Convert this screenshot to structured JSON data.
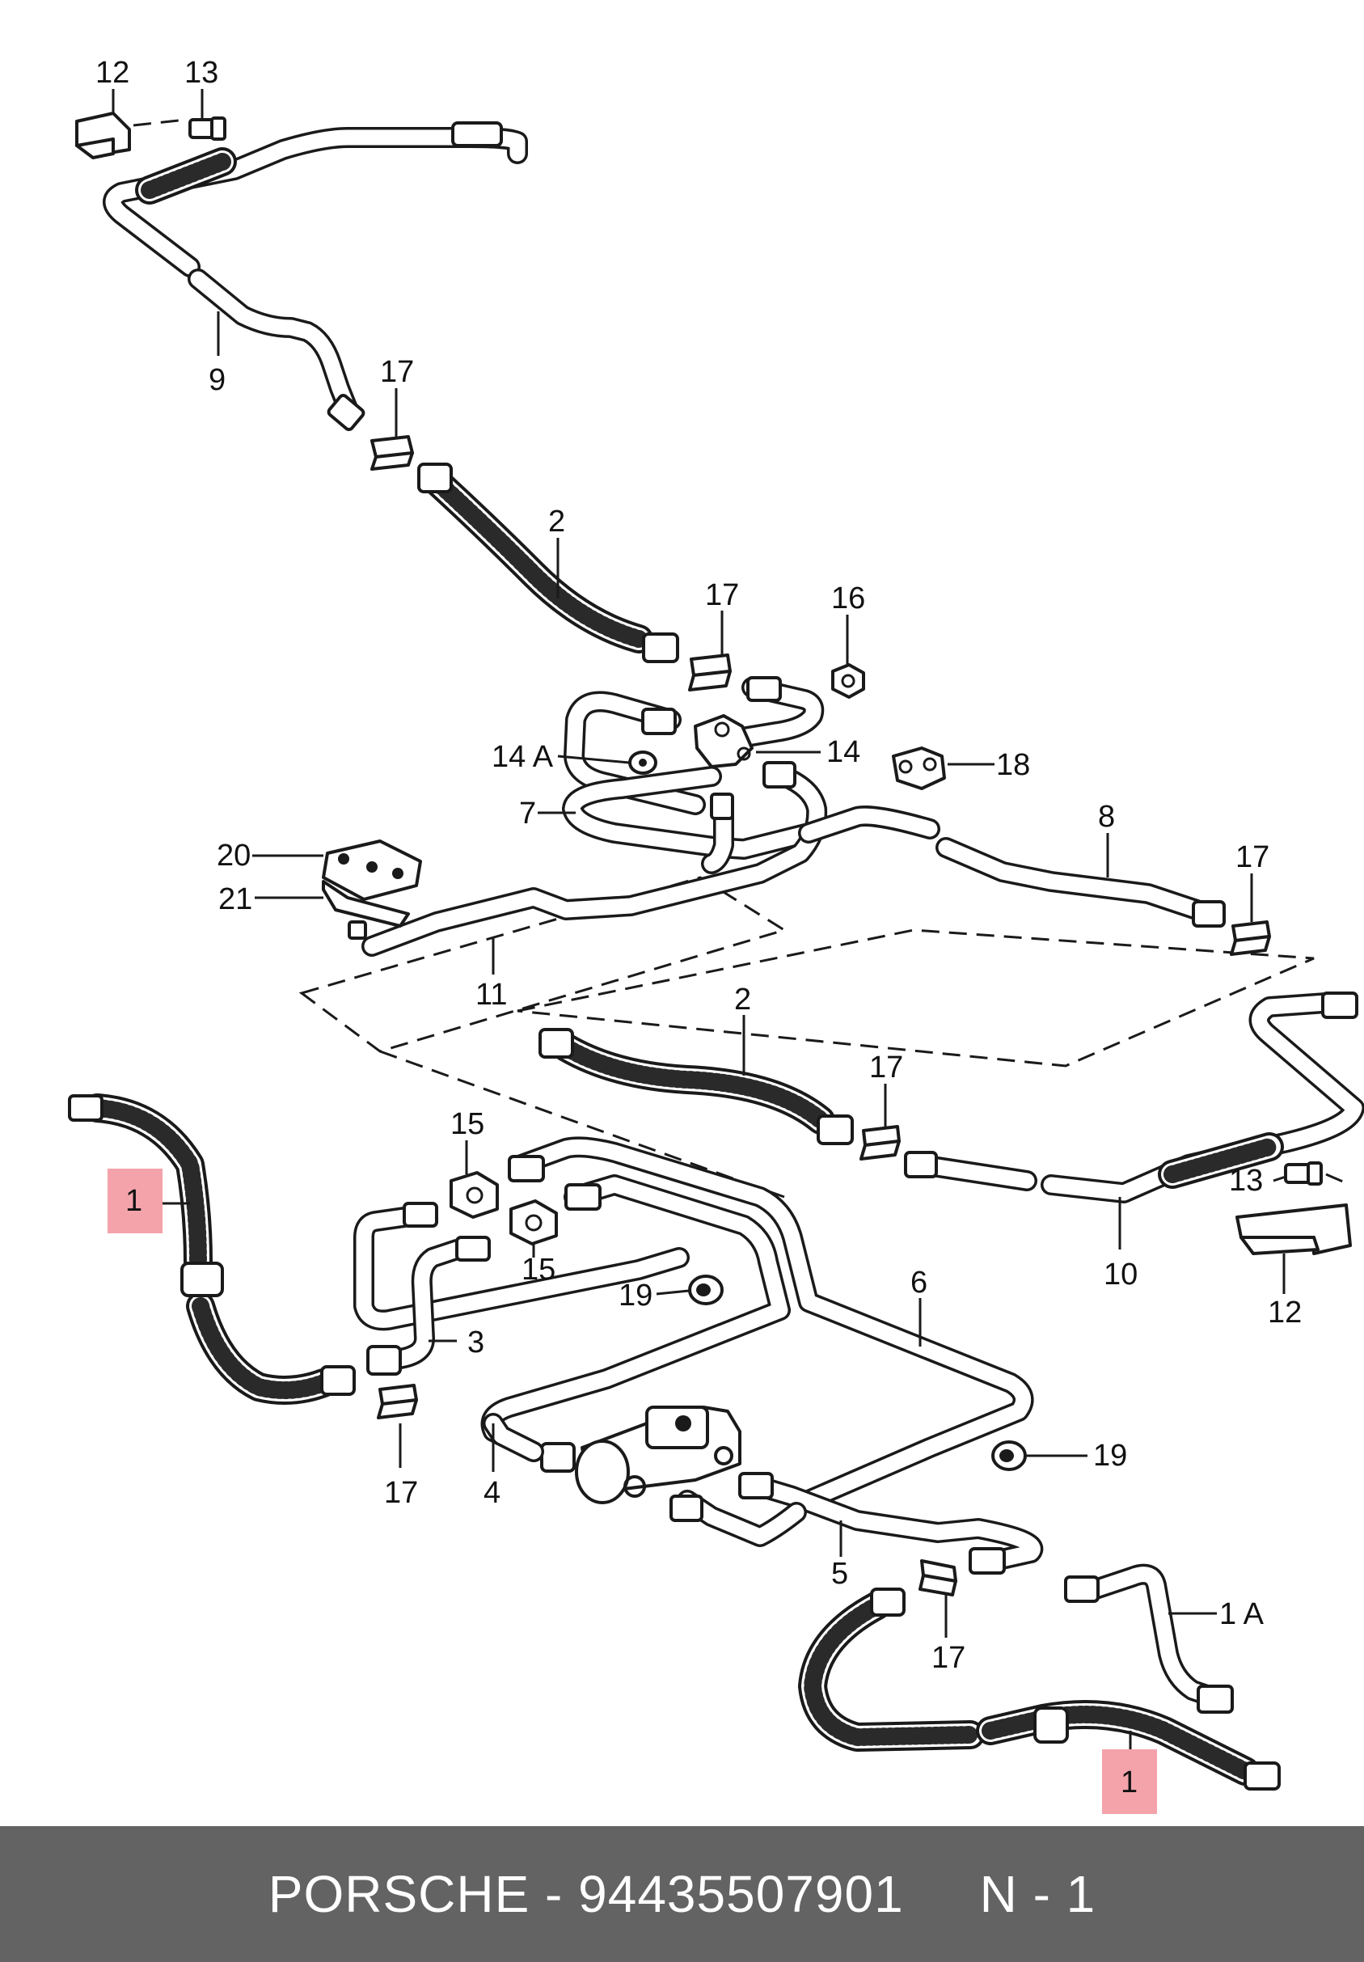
{
  "callouts": {
    "c12a": "12",
    "c13a": "13",
    "c9": "9",
    "c17a": "17",
    "c2a": "2",
    "c17b": "17",
    "c16": "16",
    "c14a": "14 A",
    "c14": "14",
    "c18": "18",
    "c7": "7",
    "c8": "8",
    "c17c": "17",
    "c20": "20",
    "c21": "21",
    "c11": "11",
    "c2b": "2",
    "c17d": "17",
    "c15a": "15",
    "c15b": "15",
    "c1a": "1",
    "c13b": "13",
    "c10": "10",
    "c12b": "12",
    "c19a": "19",
    "c6": "6",
    "c3": "3",
    "c17e": "17",
    "c4": "4",
    "c19b": "19",
    "c5": "5",
    "c17f": "17",
    "c1A": "1 A",
    "c1b": "1"
  },
  "highlight_color": "#f4a3ab",
  "footer": {
    "text": "PORSCHE - 94435507901     N - 1",
    "background": "#636363"
  }
}
